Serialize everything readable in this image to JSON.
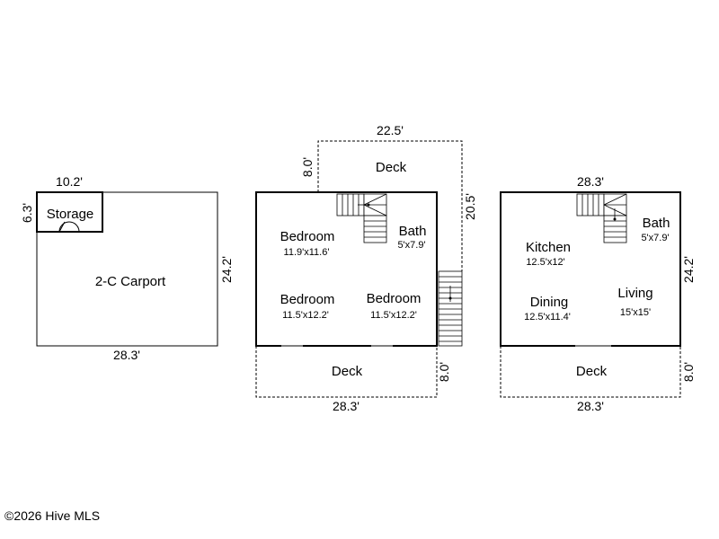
{
  "carport": {
    "storage_label": "Storage",
    "carport_label": "2-C Carport",
    "dim_top": "10.2'",
    "dim_storage_side": "6.3'",
    "dim_right": "24.2'",
    "dim_bottom": "28.3'"
  },
  "middle_floor": {
    "deck_top_label": "Deck",
    "deck_top_width": "22.5'",
    "deck_top_depth": "8.0'",
    "deck_right_side": "20.5'",
    "bedroom1": {
      "name": "Bedroom",
      "size": "11.9'x11.6'"
    },
    "bath": {
      "name": "Bath",
      "size": "5'x7.9'"
    },
    "bedroom2": {
      "name": "Bedroom",
      "size": "11.5'x12.2'"
    },
    "bedroom3": {
      "name": "Bedroom",
      "size": "11.5'x12.2'"
    },
    "deck_bottom_label": "Deck",
    "deck_bottom_depth": "8.0'",
    "deck_bottom_width": "28.3'"
  },
  "right_floor": {
    "dim_top": "28.3'",
    "dim_right": "24.2'",
    "kitchen": {
      "name": "Kitchen",
      "size": "12.5'x12'"
    },
    "bath": {
      "name": "Bath",
      "size": "5'x7.9'"
    },
    "dining": {
      "name": "Dining",
      "size": "12.5'x11.4'"
    },
    "living": {
      "name": "Living",
      "size": "15'x15'"
    },
    "deck_label": "Deck",
    "deck_depth": "8.0'",
    "deck_width": "28.3'"
  },
  "copyright": "©2026 Hive MLS"
}
